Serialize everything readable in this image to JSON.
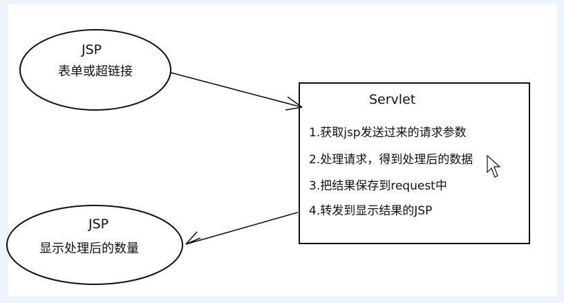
{
  "diagram": {
    "jsp_input": {
      "title": "JSP",
      "subtitle": "表单或超链接"
    },
    "servlet": {
      "title": "Servlet",
      "steps": [
        "1.获取jsp发送过来的请求参数",
        "2.处理请求，得到处理后的数据",
        "3.把结果保存到request中",
        "4.转发到显示结果的JSP"
      ]
    },
    "jsp_output": {
      "title": "JSP",
      "subtitle": "显示处理后的数量"
    }
  },
  "colors": {
    "outer_background": "#eef4fb",
    "canvas": "#ffffff",
    "stroke": "#111111"
  }
}
